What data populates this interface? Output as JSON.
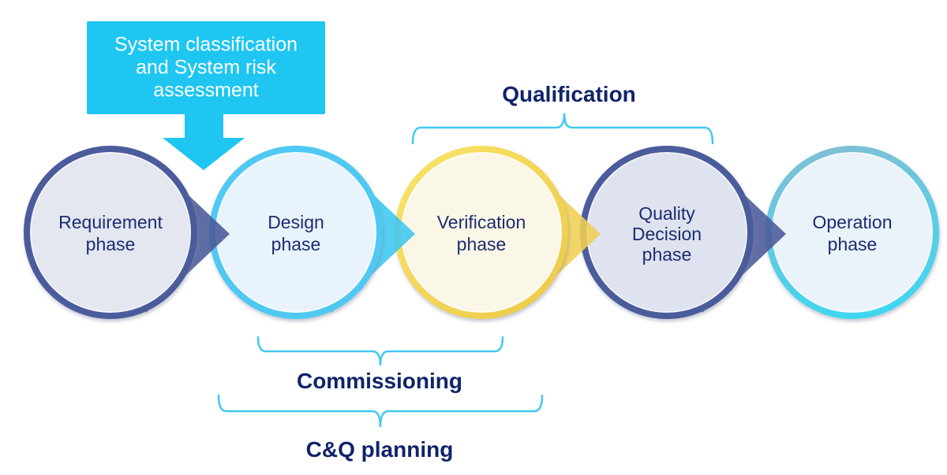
{
  "callout": {
    "text": "System classification\nand System risk\nassessment",
    "bg_color": "#1EC6F1",
    "text_color": "#FFFFFF"
  },
  "phases": [
    {
      "label": "Requirement\nphase",
      "border_color": "#4C5B9C",
      "fill_color": "#E4E6F0",
      "arrow_color": "#4A5998"
    },
    {
      "label": "Design\nphase",
      "border_color": "#4FC9F3",
      "fill_color": "#E9F3FB",
      "arrow_color": "#3CC7F1"
    },
    {
      "label": "Verification\nphase",
      "border_color": "#F8E468",
      "border_color2": "#EDC94A",
      "fill_color": "#FBF7E6",
      "arrow_color": "#F1CF52"
    },
    {
      "label": "Quality\nDecision\nphase",
      "border_color": "#4C5B9C",
      "fill_color": "#DFE2EF",
      "arrow_color": "#4A5998"
    },
    {
      "label": "Operation\nphase",
      "border_color": "#7FBFD6",
      "border_color2": "#41D6F0",
      "fill_color": "#EAF2FA"
    }
  ],
  "brackets": [
    {
      "label": "Qualification"
    },
    {
      "label": "Commissioning"
    },
    {
      "label": "C&Q planning"
    }
  ],
  "colors": {
    "bracket_line": "#40C9F1",
    "bracket_label_text": "#10246A",
    "phase_text": "#1B2C71"
  }
}
